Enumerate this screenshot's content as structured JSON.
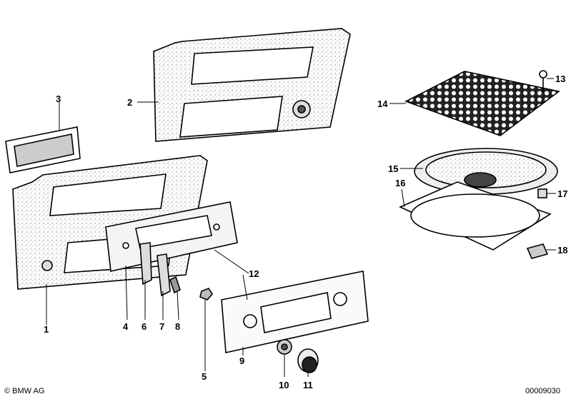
{
  "callouts": {
    "c1": "1",
    "c2": "2",
    "c3": "3",
    "c4": "4",
    "c5": "5",
    "c6": "6",
    "c7": "7",
    "c8": "8",
    "c9": "9",
    "c10": "10",
    "c11": "11",
    "c12": "12",
    "c13": "13",
    "c14": "14",
    "c15": "15",
    "c16": "16",
    "c17": "17",
    "c18": "18"
  },
  "footer": {
    "copyright": "© BMW AG",
    "diagram_number": "00009030"
  }
}
